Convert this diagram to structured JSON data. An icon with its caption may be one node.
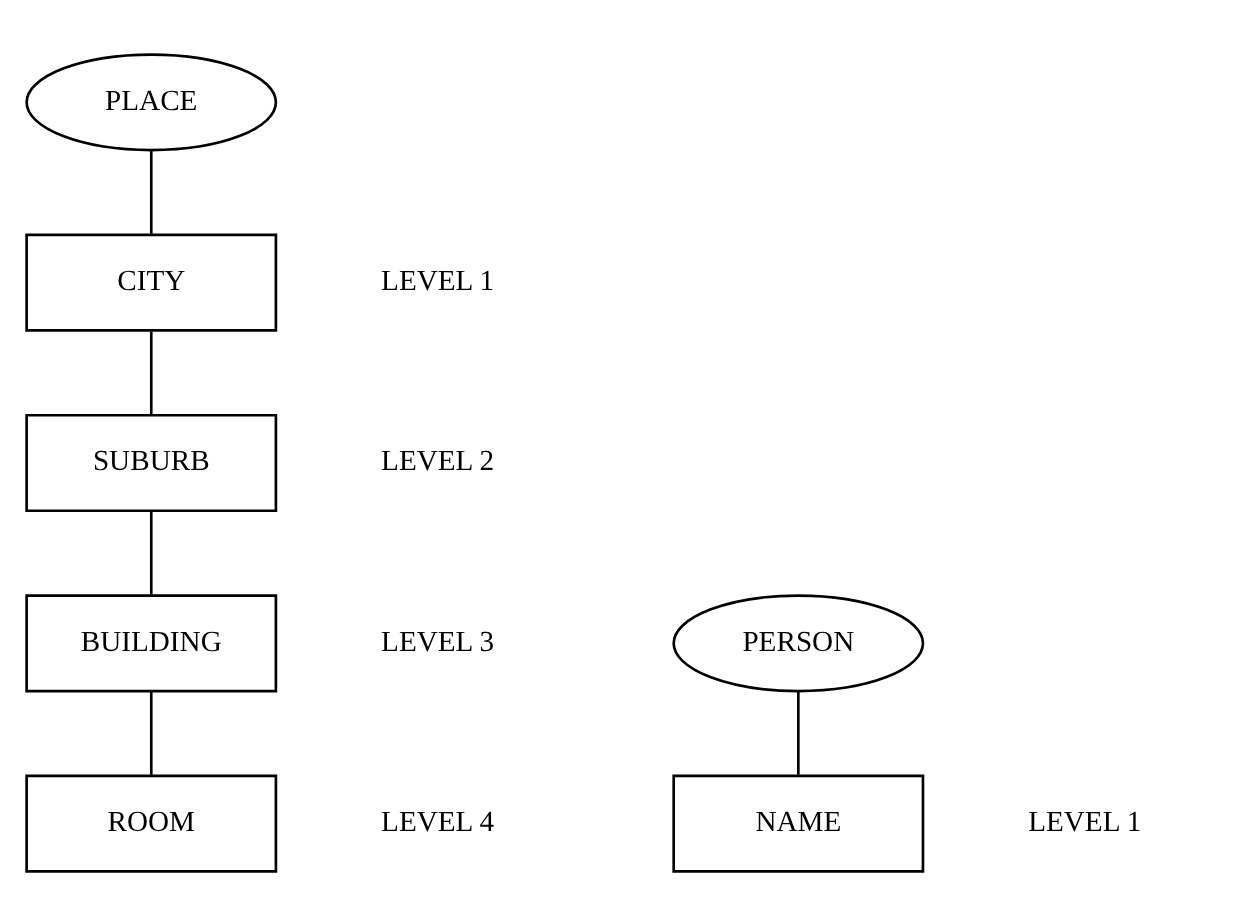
{
  "diagram": {
    "nodes": [
      {
        "text": [
          "PLACE"
        ]
      },
      {
        "text": [
          "CITY"
        ],
        "beside": [
          "LEVEL 1"
        ]
      },
      {
        "text": [
          "SUBURB"
        ],
        "beside": [
          "LEVEL 2"
        ]
      },
      {
        "text": [
          "BUILDING"
        ],
        "beside": [
          "LEVEL 3"
        ]
      },
      {
        "text": [
          "ROOM"
        ],
        "beside": [
          "LEVEL 4"
        ]
      },
      {
        "text": [
          "PERSON"
        ]
      },
      {
        "text": [
          "NAME"
        ],
        "beside": [
          "LEVEL 1"
        ]
      }
    ],
    "edges": [
      {
        "from": 0,
        "to": 1,
        "arrow": "none"
      },
      {
        "from": 1,
        "to": 2,
        "arrow": "none"
      },
      {
        "from": 2,
        "to": 3,
        "arrow": "none"
      },
      {
        "from": 3,
        "to": 4,
        "arrow": "none"
      },
      {
        "from": 5,
        "to": 6,
        "arrow": "none"
      }
    ]
  }
}
